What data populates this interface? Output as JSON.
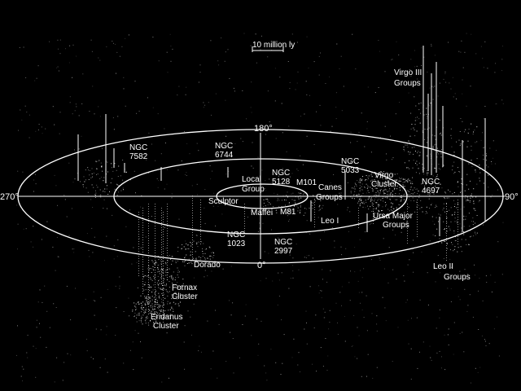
{
  "scale_bar": {
    "label": "10 million ly"
  },
  "angles": {
    "top": "180°",
    "bottom": "0°",
    "left": "270°",
    "right": "90°"
  },
  "labels": {
    "virgo3_a": "Virgo III",
    "virgo3_b": "Groups",
    "ngc7582_a": "NGC",
    "ngc7582_b": "7582",
    "ngc6744_a": "NGC",
    "ngc6744_b": "6744",
    "ngc5033_a": "NGC",
    "ngc5033_b": "5033",
    "local_a": "Local",
    "local_b": "Group",
    "ngc5128_a": "NGC",
    "ngc5128_b": "5128",
    "m101": "M101",
    "canes_a": "Canes",
    "canes_b": "Groups",
    "virgo_a": "Virgo",
    "virgo_b": "Cluster",
    "ngc4697_a": "NGC",
    "ngc4697_b": "4697",
    "sculptor": "Sculptor",
    "maffei": "Maffei",
    "m81": "M81",
    "leo1": "Leo I",
    "ursa_a": "Ursa Major",
    "ursa_b": "Groups",
    "ngc1023_a": "NGC",
    "ngc1023_b": "1023",
    "ngc2997_a": "NGC",
    "ngc2997_b": "2997",
    "dorado": "Dorado",
    "leo2_a": "Leo II",
    "leo2_b": "Groups",
    "fornax_a": "Fornax",
    "fornax_b": "Cluster",
    "eridanus_a": "Eridanus",
    "eridanus_b": "Cluster"
  },
  "colors": {
    "background": "#000000",
    "foreground": "#ffffff"
  }
}
